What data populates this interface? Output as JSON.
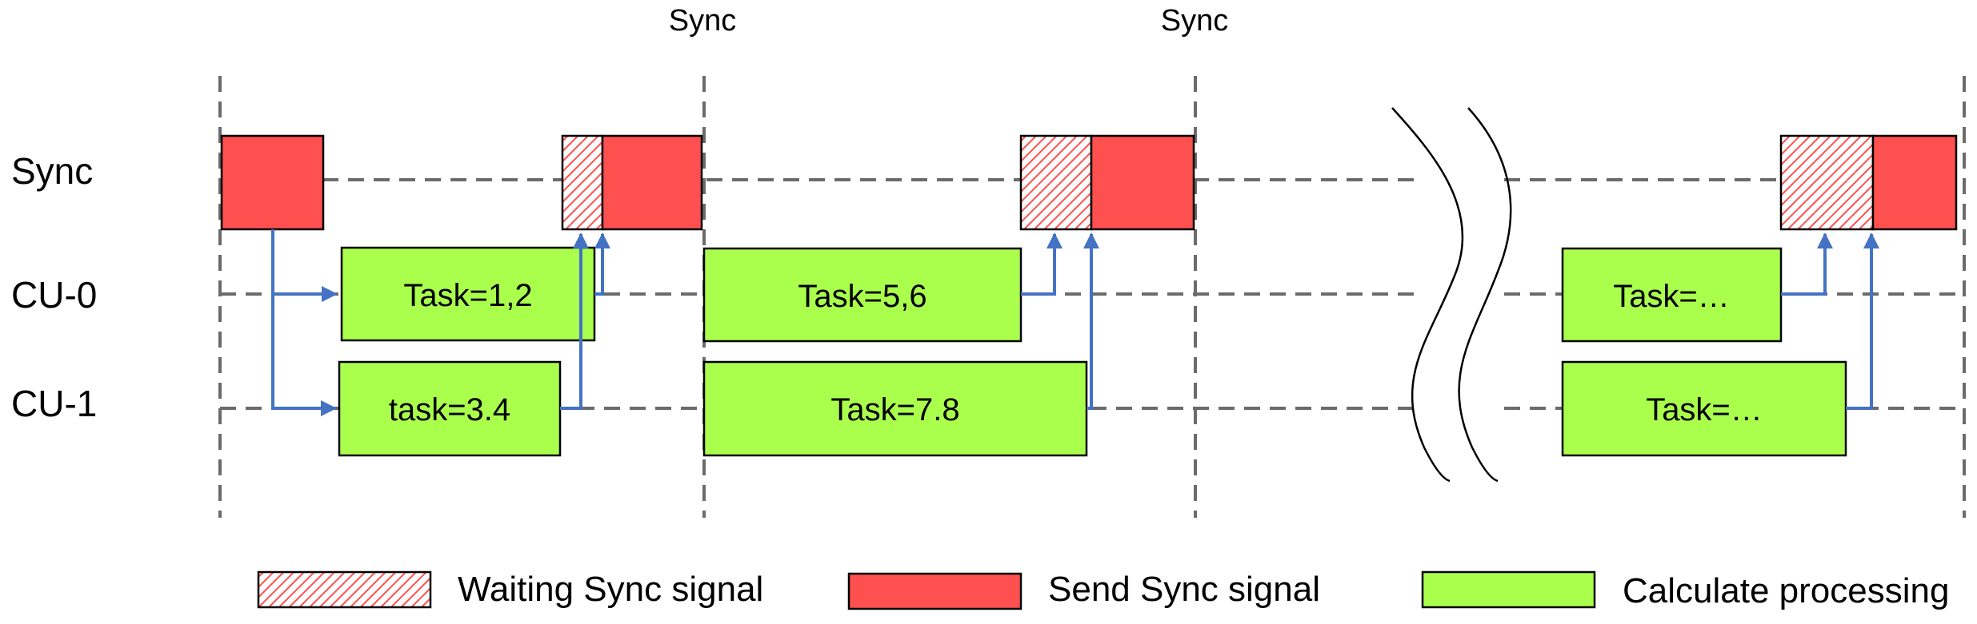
{
  "sync_markers": [
    "Sync",
    "Sync"
  ],
  "rows": [
    "Sync",
    "CU-0",
    "CU-1"
  ],
  "tasks": {
    "cu0_a": "Task=1,2",
    "cu1_a": "task=3.4",
    "cu0_b": "Task=5,6",
    "cu1_b": "Task=7.8",
    "cu0_c": "Task=…",
    "cu1_c": "Task=…"
  },
  "legend": {
    "waiting": "Waiting Sync signal",
    "send": "Send Sync signal",
    "calc": "Calculate processing"
  },
  "colors": {
    "send_sync": "#ff5050",
    "waiting_hatch": "#ff5050",
    "calculate": "#aaff4d",
    "arrow": "#4472c4",
    "guide": "#6b6b6b"
  }
}
